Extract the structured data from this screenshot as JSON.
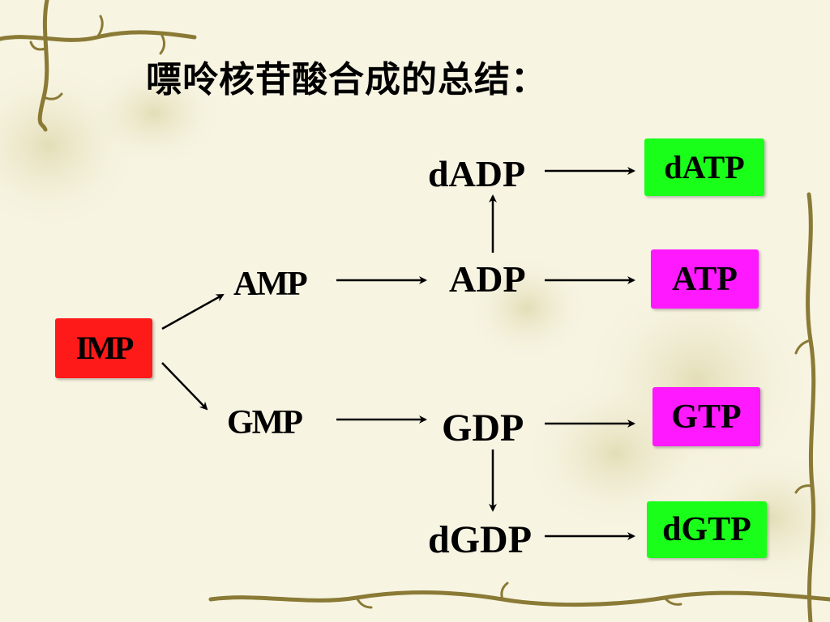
{
  "title": "嘌呤核苷酸合成的总结：",
  "nodes": {
    "imp": "IMP",
    "amp": "AMP",
    "gmp": "GMP",
    "adp": "ADP",
    "gdp": "GDP",
    "dadp": "dADP",
    "dgdp": "dGDP",
    "atp": "ATP",
    "gtp": "GTP",
    "datp": "dATP",
    "dgtp": "dGTP"
  },
  "colors": {
    "imp_box": "#ff1a1a",
    "dATP_box": "#19ff19",
    "ATP_box": "#ff19ff",
    "GTP_box": "#ff19ff",
    "dGTP_box": "#19ff19",
    "vine": "#8a7a35",
    "background": "#f7f4e2"
  },
  "edges": [
    {
      "from": "IMP",
      "to": "AMP"
    },
    {
      "from": "IMP",
      "to": "GMP"
    },
    {
      "from": "AMP",
      "to": "ADP"
    },
    {
      "from": "GMP",
      "to": "GDP"
    },
    {
      "from": "ADP",
      "to": "dADP"
    },
    {
      "from": "dADP",
      "to": "dATP"
    },
    {
      "from": "ADP",
      "to": "ATP"
    },
    {
      "from": "GDP",
      "to": "GTP"
    },
    {
      "from": "GDP",
      "to": "dGDP"
    },
    {
      "from": "dGDP",
      "to": "dGTP"
    }
  ]
}
